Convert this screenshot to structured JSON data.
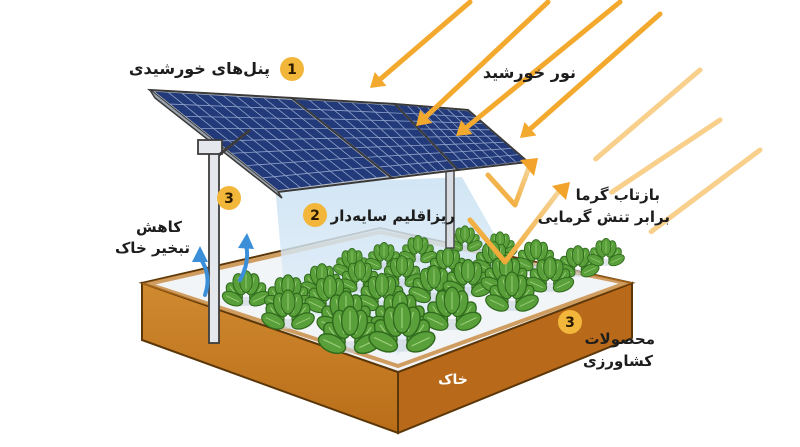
{
  "labels": {
    "solar_panels": "پنل‌های خورشیدی",
    "sunlight": "نور خورشید",
    "heat_reflection_line1": "بازتاب گرما",
    "heat_reflection_line2": "برابر تنش گرمایی",
    "shaded_microclimate": "ریزاقلیم سایه‌دار",
    "reduce_evap_line1": "کاهش",
    "reduce_evap_line2": "تبخیر خاک",
    "crops_line1": "محصولات",
    "crops_line2": "کشاورزی",
    "soil": "خاک"
  },
  "badges": {
    "solar_panels": "1",
    "shaded_microclimate": "2",
    "reduce_evap": "3",
    "crops": "3"
  },
  "colors": {
    "badge": "#f2b73a",
    "sun_ray": "#f3a92d",
    "panel": "#233a7a",
    "panel_frame": "#b9c0c8",
    "shade": "#bcd9ef",
    "soil_side": "#c9781e",
    "soil_top": "#a85f12",
    "ground": "#f4f6f8",
    "plant": "#5aa03a",
    "evap_arrow": "#3b8fd8"
  },
  "icons": [
    "sun-ray-arrow",
    "solar-panel",
    "plant",
    "evaporation-arrow",
    "support-pole"
  ]
}
